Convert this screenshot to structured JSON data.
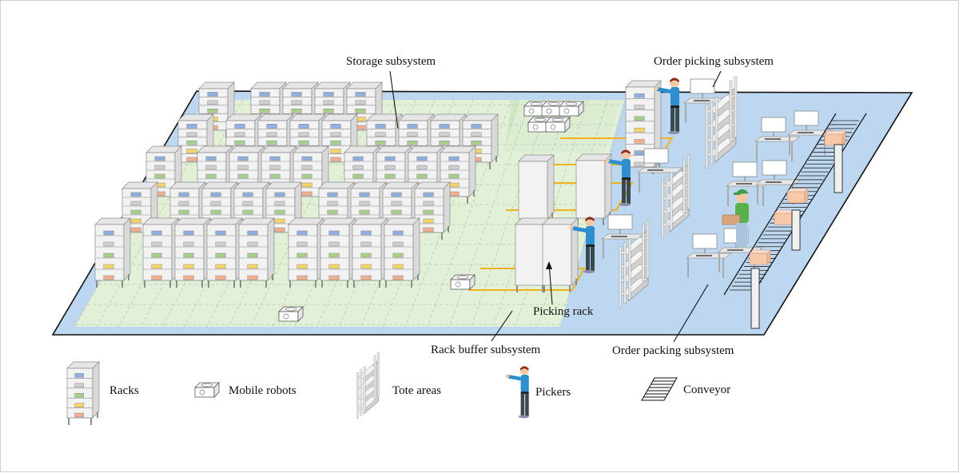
{
  "diagram": {
    "title": "Robotic mobile fulfillment system layout",
    "colors": {
      "floor_blue": "#bcd7ef",
      "floor_green": "#e3f0d8",
      "floor_green_dark": "#cfe6c2",
      "rack_face": "#f2f2f2",
      "rack_side": "#d9d9d9",
      "rack_line": "#8c8c8c",
      "buffer_outline": "#f2b21a",
      "shirt_blue": "#2f8fce",
      "pants": "#3b4a4e",
      "hair": "#8b2a1a",
      "skin": "#f5c9a0",
      "green_cap": "#3e9a4c",
      "box": "#f7c9a6",
      "item_blue": "#8fb0dc",
      "item_gray": "#cfcfcf",
      "item_green": "#a7d08f",
      "item_yellow": "#f4d565",
      "item_orange": "#f0b090"
    },
    "labels": {
      "storage": "Storage subsystem",
      "order_picking": "Order picking subsystem",
      "picking_rack": "Picking rack",
      "rack_buffer": "Rack buffer subsystem",
      "order_packing": "Order packing subsystem"
    },
    "legend": [
      {
        "key": "racks",
        "label": "Racks"
      },
      {
        "key": "mobile_robots",
        "label": "Mobile robots"
      },
      {
        "key": "tote_areas",
        "label": "Tote areas"
      },
      {
        "key": "pickers",
        "label": "Pickers"
      },
      {
        "key": "conveyor",
        "label": "Conveyor"
      }
    ]
  }
}
